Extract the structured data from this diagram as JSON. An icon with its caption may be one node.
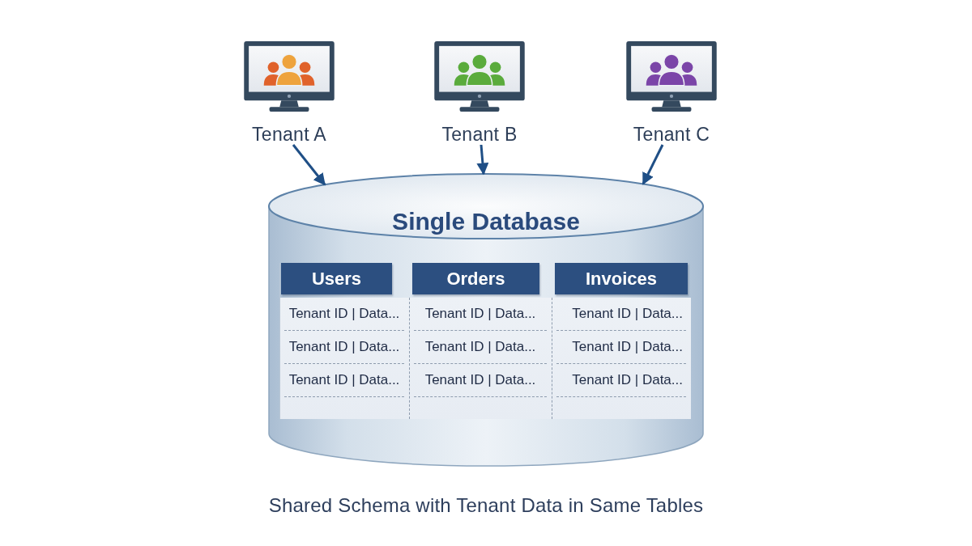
{
  "diagram": {
    "caption": "Shared Schema with Tenant Data in Same Tables",
    "nodes": [
      {
        "text": [
          "Tenant A"
        ]
      },
      {
        "text": [
          "Tenant B"
        ]
      },
      {
        "text": [
          "Tenant C"
        ]
      },
      {
        "text": [
          "Single Database"
        ]
      },
      {
        "text": [
          "Users",
          "Tenant ID | Data...",
          "Tenant ID | Data...",
          "Tenant ID | Data..."
        ],
        "in": 3
      },
      {
        "text": [
          "Orders",
          "Tenant ID | Data...",
          "Tenant ID | Data...",
          "Tenant ID | Data..."
        ],
        "in": 3
      },
      {
        "text": [
          "Invoices",
          "Tenant ID | Data...",
          "Tenant ID | Data...",
          "Tenant ID | Data..."
        ],
        "in": 3
      }
    ],
    "edges": [
      {
        "from": 0,
        "to": 3,
        "arrow": "to"
      },
      {
        "from": 1,
        "to": 3,
        "arrow": "to"
      },
      {
        "from": 2,
        "to": 3,
        "arrow": "to"
      }
    ]
  }
}
